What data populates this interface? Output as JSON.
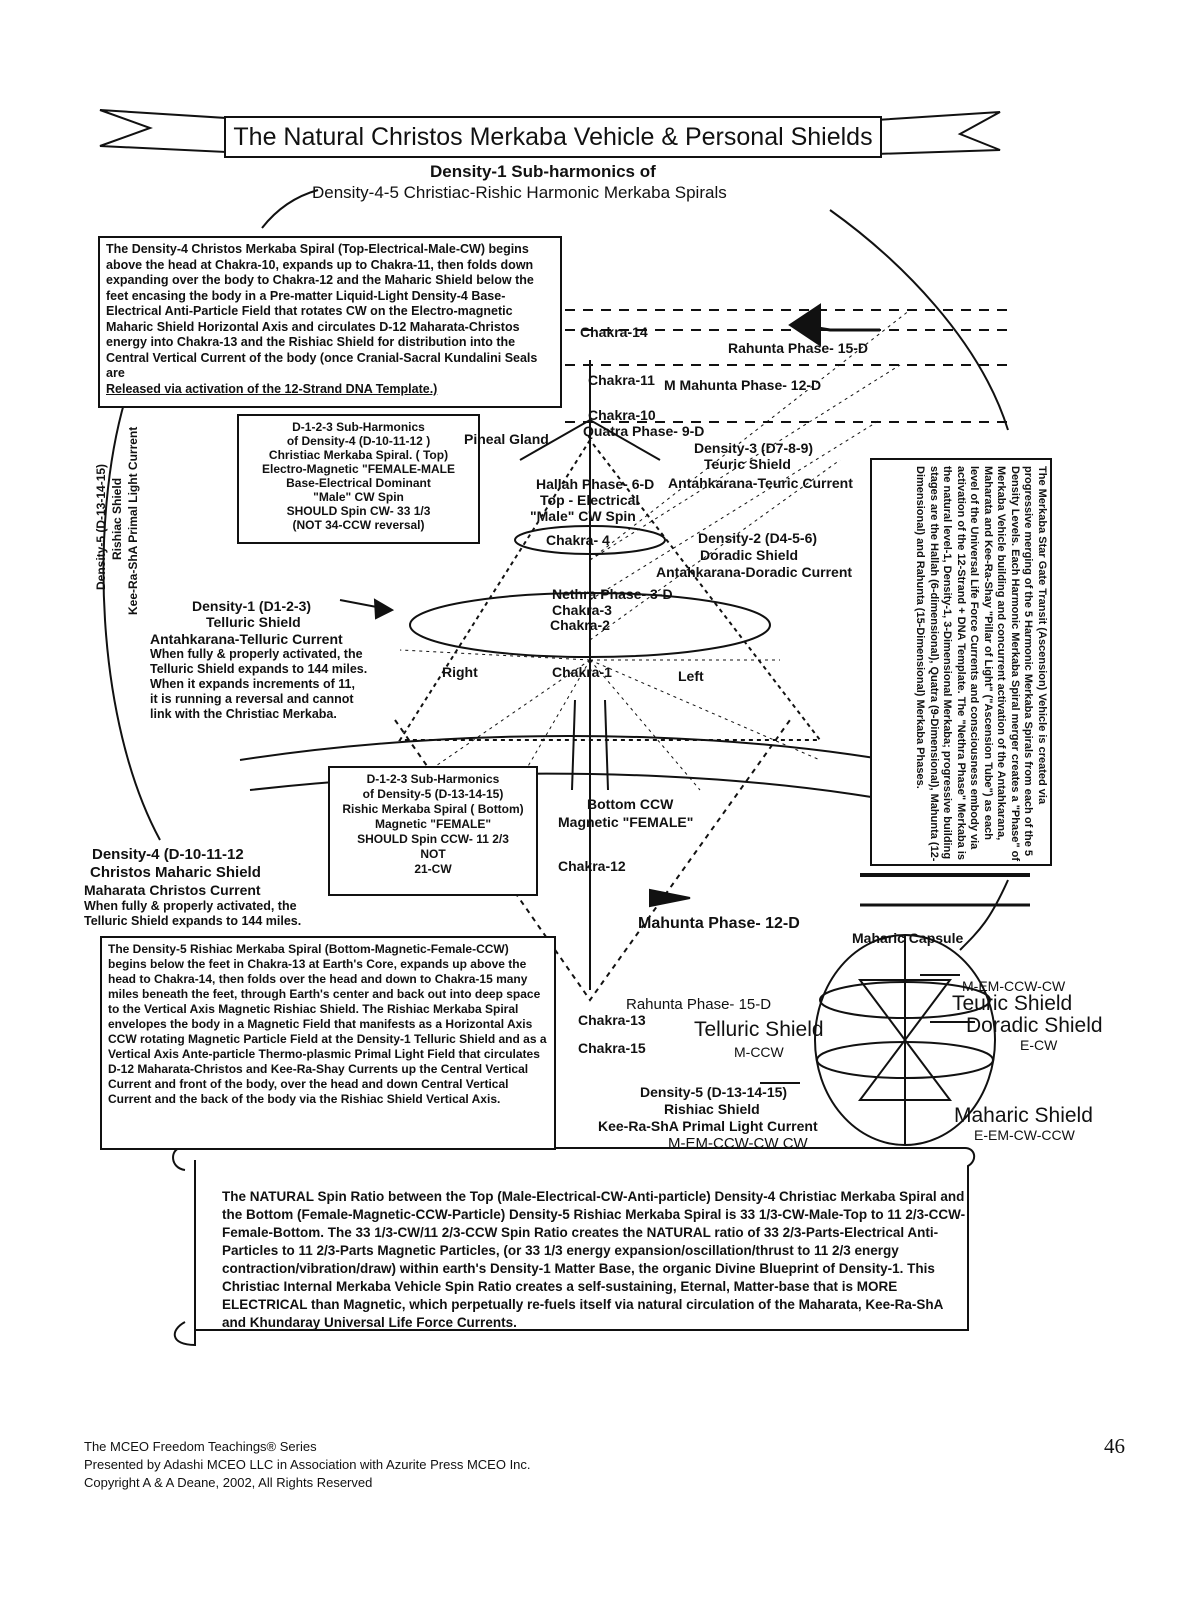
{
  "title": "The Natural Christos Merkaba Vehicle & Personal Shields",
  "subtitle_line1": "Density-1 Sub-harmonics of",
  "subtitle_line2": "Density-4-5 Christiac-Rishic Harmonic Merkaba Spirals",
  "top_left_box": {
    "text": "The Density-4 Christos Merkaba Spiral (Top-Electrical-Male-CW) begins above the head at Chakra-10, expands up to Chakra-11, then folds down expanding over the body to Chakra-12 and the Maharic Shield below the feet encasing the body in a Pre-matter Liquid-Light Density-4 Base-Electrical Anti-Particle Field that rotates CW on the Electro-magnetic Maharic Shield Horizontal Axis and circulates D-12 Maharata-Christos energy into Chakra-13 and the Rishiac Shield for distribution into the Central Vertical Current of the body (once Cranial-Sacral Kundalini Seals are",
    "last_line": "Released via activation of the 12-Strand DNA Template.)"
  },
  "sub_harmonics_top": {
    "l1": "D-1-2-3 Sub-Harmonics",
    "l2": "of Density-4 (D-10-11-12 )",
    "l3": "Christiac Merkaba Spiral. ( Top)",
    "l4": "Electro-Magnetic \"FEMALE-MALE",
    "l5": "Base-Electrical Dominant",
    "l6": "\"Male\" CW Spin",
    "l7": "SHOULD Spin CW- 33 1/3",
    "l8": "(NOT 34-CCW reversal)"
  },
  "sub_harmonics_bottom": {
    "l1": "D-1-2-3 Sub-Harmonics",
    "l2": "of Density-5 (D-13-14-15)",
    "l3": "Rishic Merkaba Spiral ( Bottom)",
    "l4": "Magnetic \"FEMALE\"",
    "l5": "SHOULD Spin CCW- 11 2/3",
    "l6": "NOT",
    "l7": "21-CW"
  },
  "bottom_left_box": {
    "text": "The Density-5 Rishiac Merkaba Spiral (Bottom-Magnetic-Female-CCW) begins below the feet in Chakra-13 at Earth's Core, expands up above the head to Chakra-14, then folds over the head and down to Chakra-15 many miles beneath the feet, through Earth's center and back out into deep space to the Vertical Axis Magnetic Rishiac Shield. The Rishiac Merkaba Spiral envelopes the body in a Magnetic Field that manifests as a Horizontal Axis CCW rotating Magnetic Particle Field at the Density-1 Telluric Shield and as a Vertical Axis Ante-particle Thermo-plasmic Primal Light Field that circulates D-12 Maharata-Christos and Kee-Ra-Shay Currents up the Central Vertical Current and front of the body, over the head and down Central Vertical Current and the back of the body via the Rishiac Shield Vertical Axis."
  },
  "right_vertical_box": {
    "text": "The Merkaba Star Gate Transit (Ascension) Vehicle is created via progressive merging of the 5 Harmonic Merkaba Spirals from each of the 5 Density Levels. Each Harmonic Merkaba Spiral merger creates a \"Phase\" of Merkaba Vehicle building and concurrent activation of the Antahkarana, Maharata and Kee-Ra-Shay \"Pillar of Light\" (\"Ascension Tube\") as each level of the Universal Life Force Currents and consciousness embody via activation of the 12-Strand + DNA Template. The \"Nethra Phase\" Merkaba is the natural level-1, Density-1, 3-Dimensional Merkaba; progressive building stages are the Hallah (6-dimensional), Quatra (9-Dimensional), Mahunta (12-Dimensional) and Rahunta (15-Dimensional) Merkaba Phases."
  },
  "left_vertical": {
    "l1": "Density-5 (D-13-14-15)",
    "l2": "Rishiac Shield",
    "l3": "Kee-Ra-ShA Primal Light Current"
  },
  "labels": {
    "chakra14": "Chakra-14",
    "rahunta_top": "Rahunta Phase- 15-D",
    "chakra11": "Chakra-11",
    "mahunta_top": "M Mahunta Phase- 12-D",
    "chakra10": "Chakra-10",
    "quatra": "Quatra Phase- 9-D",
    "pineal": "Pineal Gland",
    "density3": "Density-3 (D7-8-9)",
    "teuric": "Teuric Shield",
    "antahkarana_teuric": "Antahkarana-Teuric Current",
    "hallah": "Hallah Phase- 6-D",
    "top_electrical": "Top - Electrical",
    "male_cw": "\"Male\" CW Spin",
    "chakra4": "Chakra- 4",
    "density2": "Density-2 (D4-5-6)",
    "doradic_shield": "Doradic Shield",
    "antahkarana_doradic": "Antahkarana-Doradic Current",
    "nethra": "Nethra Phase- 3-D",
    "chakra3": "Chakra-3",
    "chakra2": "Chakra-2",
    "chakra1": "Chakra-1",
    "right": "Right",
    "left": "Left",
    "density1": "Density-1 (D1-2-3)",
    "telluric_shield": "Telluric Shield",
    "antahkarana_telluric": "Antahkarana-Telluric Current",
    "telluric_note_1": "When fully & properly activated, the",
    "telluric_note_2": "Telluric Shield expands to 144 miles.",
    "telluric_note_3": "When it expands increments of 11,",
    "telluric_note_4": "it is running a reversal and cannot",
    "telluric_note_5": "link with the Christiac Merkaba.",
    "bottom_ccw": "Bottom CCW",
    "magnetic_female": "Magnetic \"FEMALE\"",
    "chakra12": "Chakra-12",
    "density4": "Density-4 (D-10-11-12",
    "christos_maharic": "Christos Maharic Shield",
    "maharata_current": "Maharata Christos Current",
    "maharic_note_1": "When fully & properly activated, the",
    "maharic_note_2": "Telluric Shield expands to 144 miles.",
    "mahunta_bottom": "Mahunta Phase- 12-D",
    "maharic_capsule": "Maharic Capsule",
    "rahunta_bottom": "Rahunta Phase- 15-D",
    "chakra13": "Chakra-13",
    "chakra15": "Chakra-15",
    "telluric_big": "Telluric Shield",
    "m_ccw": "M-CCW",
    "m_em_ccw_cw": "M-EM-CCW-CW",
    "teuric_big": "Teuric Shield",
    "doradic_big": "Doradic Shield",
    "e_cw": "E-CW",
    "density5_b": "Density-5 (D-13-14-15)",
    "rishiac_b": "Rishiac Shield",
    "keerasha_b": "Kee-Ra-ShA Primal Light Current",
    "m_em_ccw_cw_b": "M-EM-CCW-CW CW",
    "maharic_big": "Maharic Shield",
    "e_em_cw_ccw": "E-EM-CW-CCW"
  },
  "scroll": {
    "text": "The NATURAL Spin Ratio between the Top (Male-Electrical-CW-Anti-particle) Density-4 Christiac Merkaba Spiral and the Bottom (Female-Magnetic-CCW-Particle) Density-5 Rishiac Merkaba Spiral is 33 1/3-CW-Male-Top to 11 2/3-CCW-Female-Bottom. The 33 1/3-CW/11 2/3-CCW Spin Ratio creates the NATURAL ratio of 33 2/3-Parts-Electrical Anti-Particles to 11 2/3-Parts Magnetic Particles, (or 33 1/3 energy expansion/oscillation/thrust to 11 2/3 energy contraction/vibration/draw) within earth's Density-1 Matter Base, the organic Divine Blueprint of Density-1. This Christiac Internal Merkaba Vehicle Spin Ratio creates a self-sustaining, Eternal, Matter-base that is MORE ELECTRICAL than Magnetic, which perpetually re-fuels itself via natural circulation of the Maharata, Kee-Ra-ShA and Khundaray Universal Life Force Currents."
  },
  "footer": {
    "l1": "The MCEO Freedom Teachings® Series",
    "l2": "Presented by Adashi MCEO LLC in Association with Azurite Press MCEO Inc.",
    "l3": "Copyright A & A Deane, 2002, All Rights Reserved",
    "page": "46"
  }
}
